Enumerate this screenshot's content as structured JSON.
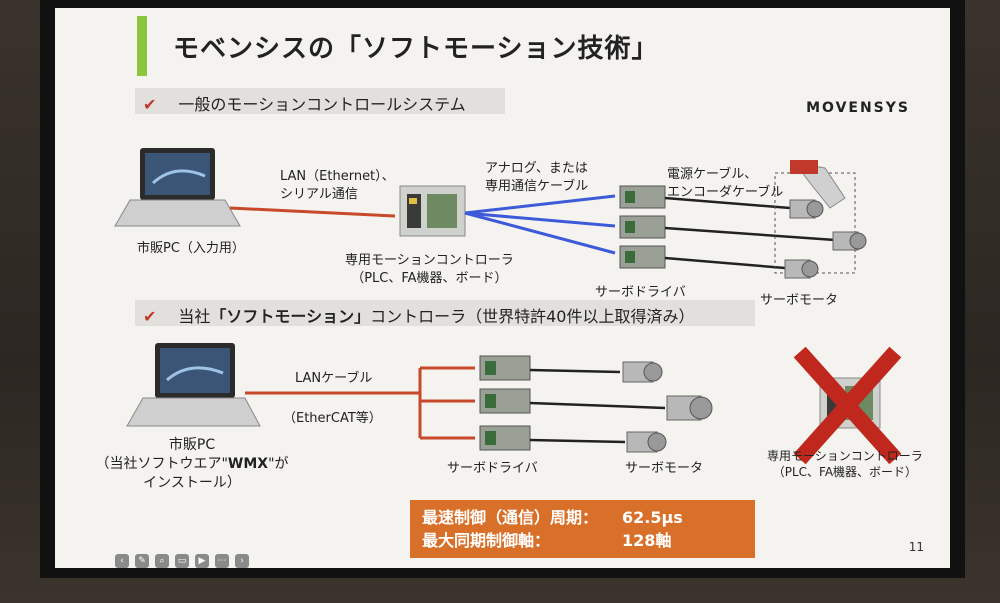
{
  "slide": {
    "title": "モベンシスの「ソフトモーション技術」",
    "logo": "MOVENSYS",
    "page_number": "11",
    "section1": {
      "heading": "一般のモーションコントロールシステム",
      "pc_label": "市販PC（入力用）",
      "lan_label_1": "LAN（Ethernet）、",
      "lan_label_2": "シリアル通信",
      "analog_label_1": "アナログ、または",
      "analog_label_2": "専用通信ケーブル",
      "power_label_1": "電源ケーブル、",
      "power_label_2": "エンコーダケーブル",
      "controller_label_1": "専用モーションコントローラ",
      "controller_label_2": "（PLC、FA機器、ボード）",
      "driver_label": "サーボドライバ",
      "motor_label": "サーボモータ"
    },
    "section2": {
      "heading_pre": "当社",
      "heading_bold": "「ソフトモーション」",
      "heading_post": "コントローラ（世界特許40件以上取得済み）",
      "lan_label": "LANケーブル",
      "ethercat_label": "（EtherCAT等）",
      "pc_label_1": "市販PC",
      "pc_label_2a": "（当社ソフトウエア\"",
      "pc_label_2b": "WMX",
      "pc_label_2c": "\"が",
      "pc_label_3": "インストール）",
      "driver_label": "サーボドライバ",
      "motor_label": "サーボモータ",
      "crossed_label_1": "専用モーションコントローラ",
      "crossed_label_2": "（PLC、FA機器、ボード）"
    },
    "spec": {
      "cycle_key": "最速制御（通信）周期：",
      "cycle_value": "62.5μs",
      "axes_key": "最大同期制御軸：",
      "axes_value": "128軸"
    }
  },
  "colors": {
    "accent": "#8cc63f",
    "lan_line": "#c8482a",
    "analog_line": "#3d5bd9",
    "cross": "#c0281e",
    "spec_bg": "#d8702a"
  },
  "icons": [
    "laptop-icon",
    "controller-icon",
    "servo-driver-icon",
    "servo-motor-icon",
    "robot-arm-icon",
    "cross-mark-icon",
    "check-icon"
  ]
}
